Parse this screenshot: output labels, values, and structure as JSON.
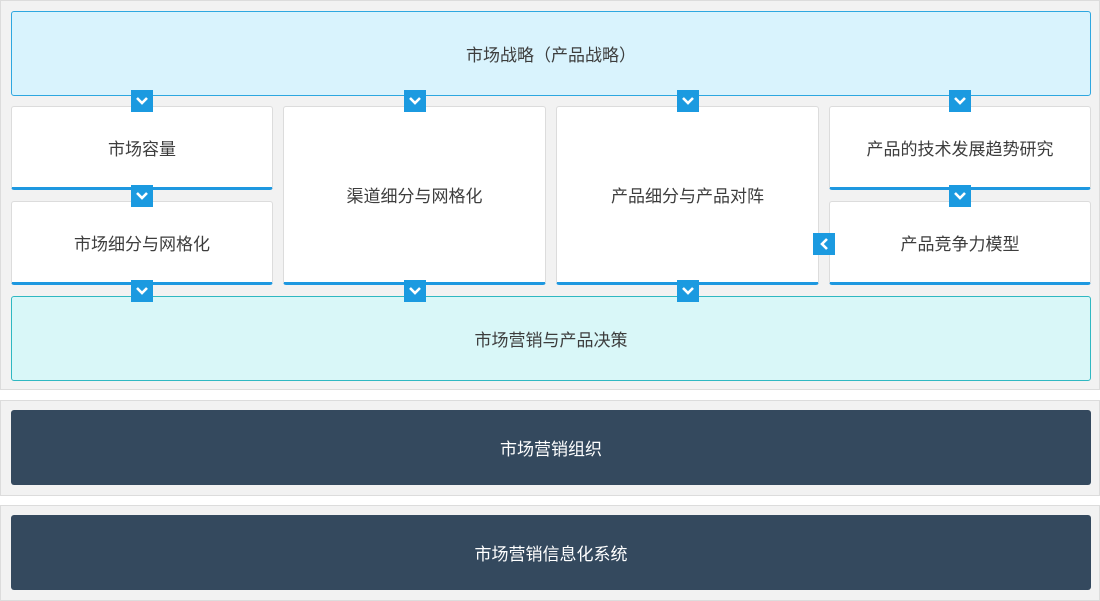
{
  "diagram": {
    "strategy": "市场战略（产品战略）",
    "capacity": "市场容量",
    "segment_grid": "市场细分与网格化",
    "channel_grid": "渠道细分与网格化",
    "product_matrix": "产品细分与产品对阵",
    "tech_trend": "产品的技术发展趋势研究",
    "competitiveness": "产品竞争力模型",
    "decision": "市场营销与产品决策",
    "organization": "市场营销组织",
    "info_system": "市场营销信息化系统"
  },
  "icons": {
    "down": "chevron-down-icon",
    "left": "chevron-left-icon"
  },
  "colors": {
    "arrow": "#1b9ae0",
    "strategy_bg": "#d9f3fd",
    "decision_bg": "#d9f7f8",
    "dark_bar": "#34495e",
    "box_underline": "#1e98e0"
  }
}
